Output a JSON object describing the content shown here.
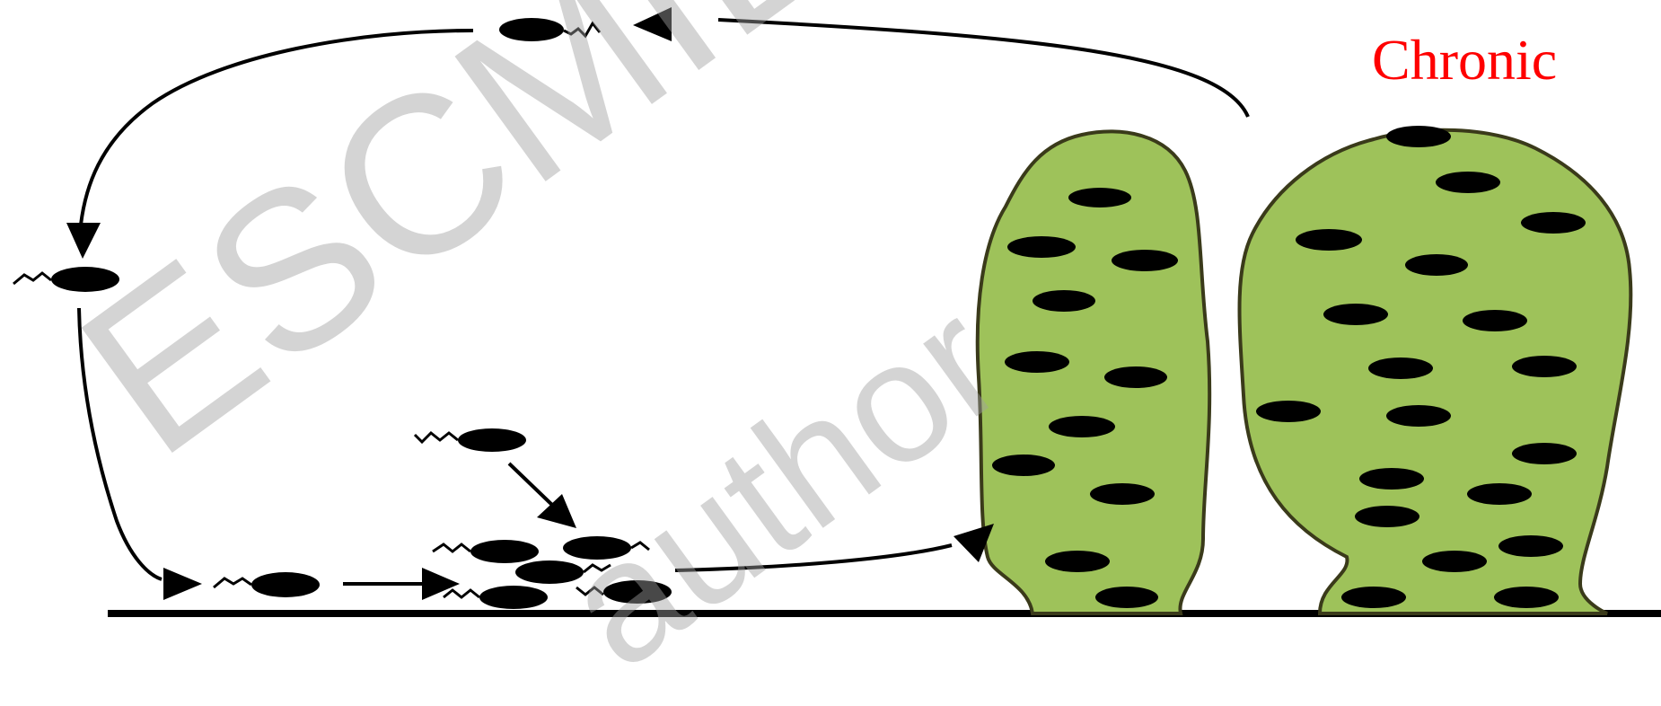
{
  "labels": {
    "chronic": "Chronic"
  },
  "watermark": {
    "line1": "ESCMID eL",
    "line2": "author"
  },
  "colors": {
    "chronic_label": "#ff0000",
    "biofilm_fill": "#9ec25a",
    "biofilm_outline": "#3a3a1a",
    "bacteria": "#000000",
    "watermark": "#a0a0a0"
  }
}
